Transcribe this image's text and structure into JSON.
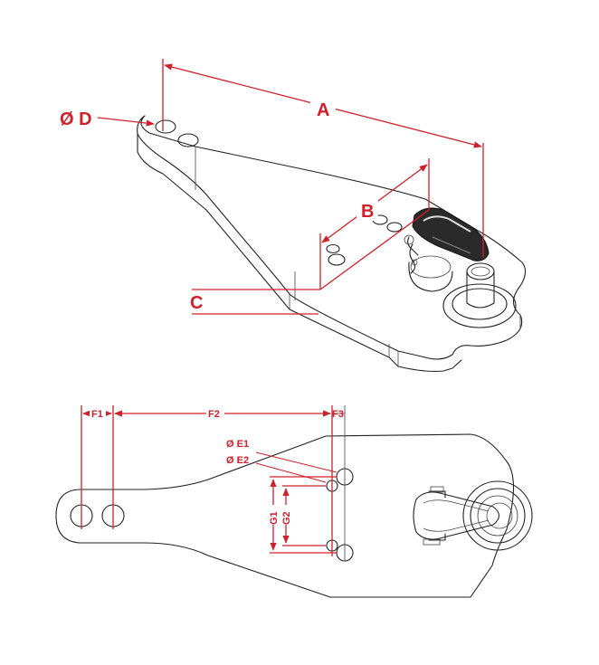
{
  "labels": {
    "A": "A",
    "B": "B",
    "C": "C",
    "D": "Ø D",
    "E1": "Ø E1",
    "E2": "Ø E2",
    "F1": "F1",
    "F2": "F2",
    "F3": "F3",
    "G1": "G1",
    "G2": "G2"
  },
  "colors": {
    "dimension": "#d0202a",
    "outline": "#222222",
    "fill_dark": "#2a2a2a"
  }
}
